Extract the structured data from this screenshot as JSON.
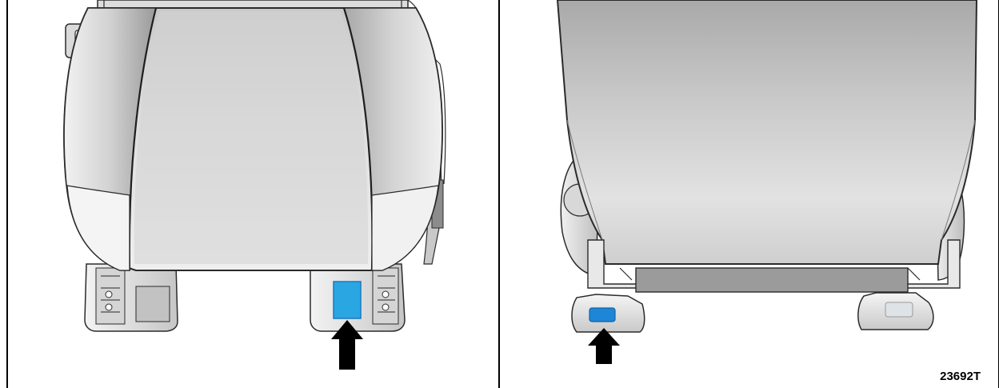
{
  "figure": {
    "reference_id": "23692T"
  },
  "colors": {
    "highlight": "#2aa6e3",
    "highlight_dark": "#1a78c2",
    "arrow": "#000000",
    "seat_light": "#e4e4e4",
    "seat_mid": "#b9b9b9",
    "seat_dark": "#8d8d8d",
    "outline": "#2b2b2b"
  },
  "panels": [
    {
      "view": "seat-cushion-top-view",
      "indicator": "arrow-up-icon"
    },
    {
      "view": "seat-back-rear-view",
      "indicator": "arrow-up-icon"
    }
  ]
}
